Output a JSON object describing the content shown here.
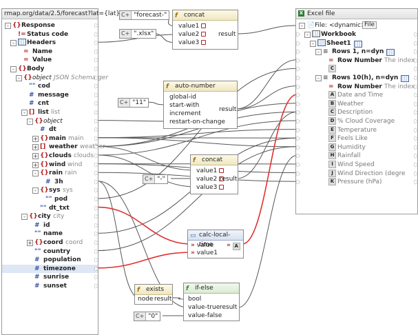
{
  "source_panel": {
    "url": "rmap.org/data/2.5/forecast?lat={lat}",
    "rows": [
      {
        "label": "Response",
        "icon": "response-icon",
        "bold": true,
        "indent": 0,
        "exp": "-",
        "glyph": "{}"
      },
      {
        "label": "Status code",
        "icon": "status-icon",
        "bold": true,
        "indent": 1,
        "exp": "",
        "glyph": "!="
      },
      {
        "label": "Headers",
        "icon": "headers-icon",
        "bold": true,
        "indent": 1,
        "exp": "-",
        "glyph": "grid"
      },
      {
        "label": "Name",
        "icon": "name-icon",
        "bold": true,
        "indent": 2,
        "exp": "",
        "glyph": "="
      },
      {
        "label": "Value",
        "icon": "value-icon",
        "bold": true,
        "indent": 2,
        "exp": "",
        "glyph": "="
      },
      {
        "label": "Body",
        "icon": "body-icon",
        "bold": true,
        "indent": 1,
        "exp": "-",
        "glyph": "{}"
      },
      {
        "label": "object",
        "sub": "JSON Schema ger",
        "icon": "object-icon",
        "bold": false,
        "italic": true,
        "indent": 2,
        "exp": "-",
        "glyph": "{}"
      },
      {
        "label": "cod",
        "icon": "string-icon",
        "bold": true,
        "indent": 3,
        "exp": "",
        "glyph": "\"\""
      },
      {
        "label": "message",
        "icon": "number-icon",
        "bold": true,
        "indent": 3,
        "exp": "",
        "glyph": "#"
      },
      {
        "label": "cnt",
        "icon": "number-icon",
        "bold": true,
        "indent": 3,
        "exp": "",
        "glyph": "#"
      },
      {
        "label": "list",
        "sub": "list",
        "icon": "array-icon",
        "bold": true,
        "indent": 3,
        "exp": "-",
        "glyph": "[]"
      },
      {
        "label": "object",
        "icon": "object-icon",
        "bold": false,
        "italic": true,
        "indent": 4,
        "exp": "-",
        "glyph": "{}"
      },
      {
        "label": "dt",
        "icon": "number-icon",
        "bold": true,
        "indent": 5,
        "exp": "",
        "glyph": "#"
      },
      {
        "label": "main",
        "sub": "main",
        "icon": "object-icon",
        "bold": true,
        "indent": 5,
        "exp": "+",
        "glyph": "{}"
      },
      {
        "label": "weather",
        "sub": "weather",
        "icon": "array-icon",
        "bold": true,
        "indent": 5,
        "exp": "+",
        "glyph": "[]"
      },
      {
        "label": "clouds",
        "sub": "clouds",
        "icon": "object-icon",
        "bold": true,
        "indent": 5,
        "exp": "+",
        "glyph": "{}"
      },
      {
        "label": "wind",
        "sub": "wind",
        "icon": "object-icon",
        "bold": true,
        "indent": 5,
        "exp": "+",
        "glyph": "{}"
      },
      {
        "label": "rain",
        "sub": "rain",
        "icon": "object-icon",
        "bold": true,
        "indent": 5,
        "exp": "-",
        "glyph": "{}"
      },
      {
        "label": "3h",
        "icon": "number-icon",
        "bold": true,
        "indent": 6,
        "exp": "",
        "glyph": "#"
      },
      {
        "label": "sys",
        "sub": "sys",
        "icon": "object-icon",
        "bold": true,
        "indent": 5,
        "exp": "-",
        "glyph": "{}"
      },
      {
        "label": "pod",
        "icon": "string-icon",
        "bold": true,
        "indent": 6,
        "exp": "",
        "glyph": "\"\""
      },
      {
        "label": "dt_txt",
        "icon": "string-icon",
        "bold": true,
        "indent": 5,
        "exp": "",
        "glyph": "\"\""
      },
      {
        "label": "city",
        "sub": "city",
        "icon": "object-icon",
        "bold": true,
        "indent": 3,
        "exp": "-",
        "glyph": "{}"
      },
      {
        "label": "id",
        "icon": "number-icon",
        "bold": true,
        "indent": 4,
        "exp": "",
        "glyph": "#"
      },
      {
        "label": "name",
        "icon": "string-icon",
        "bold": true,
        "indent": 4,
        "exp": "",
        "glyph": "\"\""
      },
      {
        "label": "coord",
        "sub": "coord",
        "icon": "object-icon",
        "bold": true,
        "indent": 4,
        "exp": "+",
        "glyph": "{}"
      },
      {
        "label": "country",
        "icon": "string-icon",
        "bold": true,
        "indent": 4,
        "exp": "",
        "glyph": "\"\""
      },
      {
        "label": "population",
        "icon": "number-icon",
        "bold": true,
        "indent": 4,
        "exp": "",
        "glyph": "#"
      },
      {
        "label": "timezone",
        "icon": "number-icon",
        "bold": true,
        "indent": 4,
        "exp": "",
        "glyph": "#",
        "selected": true
      },
      {
        "label": "sunrise",
        "icon": "number-icon",
        "bold": true,
        "indent": 4,
        "exp": "",
        "glyph": "#"
      },
      {
        "label": "sunset",
        "icon": "number-icon",
        "bold": true,
        "indent": 4,
        "exp": "",
        "glyph": "#"
      }
    ]
  },
  "target_panel": {
    "title": "Excel file",
    "file_label": "File: <dynamic>",
    "file_button": "File",
    "rows": [
      {
        "label": "Workbook",
        "bold": true,
        "indent": 1,
        "exp": "-",
        "glyph": "wb"
      },
      {
        "label": "Sheet1",
        "bold": true,
        "indent": 2,
        "exp": "-",
        "glyph": "sheet"
      },
      {
        "label": "Rows 1, n=dyn",
        "bold": true,
        "indent": 3,
        "exp": "-",
        "glyph": "rows"
      },
      {
        "label": "Row Number",
        "sub": "The index",
        "bold": true,
        "indent": 4,
        "exp": "",
        "glyph": "="
      },
      {
        "label": "C",
        "bold": true,
        "indent": 4,
        "exp": "",
        "glyph": "col"
      },
      {
        "label": "Rows 10(h), n=dyn",
        "bold": true,
        "indent": 3,
        "exp": "-",
        "glyph": "rows"
      },
      {
        "label": "Row Number",
        "sub": "The index",
        "bold": true,
        "indent": 4,
        "exp": "",
        "glyph": "="
      },
      {
        "label": "A",
        "sub": "Date and Time",
        "bold": true,
        "indent": 4,
        "exp": "",
        "glyph": "col",
        "dim": true
      },
      {
        "label": "B",
        "sub": "Weather",
        "bold": true,
        "indent": 4,
        "exp": "",
        "glyph": "col",
        "dim": true
      },
      {
        "label": "C",
        "sub": "Description",
        "bold": true,
        "indent": 4,
        "exp": "",
        "glyph": "col",
        "dim": true
      },
      {
        "label": "D",
        "sub": "% Cloud Coverage",
        "bold": true,
        "indent": 4,
        "exp": "",
        "glyph": "col",
        "dim": true
      },
      {
        "label": "E",
        "sub": "Temperature",
        "bold": true,
        "indent": 4,
        "exp": "",
        "glyph": "col",
        "dim": true
      },
      {
        "label": "F",
        "sub": "Feels Like",
        "bold": true,
        "indent": 4,
        "exp": "",
        "glyph": "col",
        "dim": true
      },
      {
        "label": "G",
        "sub": "Humidity",
        "bold": true,
        "indent": 4,
        "exp": "",
        "glyph": "col",
        "dim": true
      },
      {
        "label": "H",
        "sub": "Rainfall",
        "bold": true,
        "indent": 4,
        "exp": "",
        "glyph": "col",
        "dim": true
      },
      {
        "label": "I",
        "sub": "Wind Speed",
        "bold": true,
        "indent": 4,
        "exp": "",
        "glyph": "col",
        "dim": true
      },
      {
        "label": "J",
        "sub": "Wind Direction (degre",
        "bold": true,
        "indent": 4,
        "exp": "",
        "glyph": "col",
        "dim": true
      },
      {
        "label": "K",
        "sub": "Pressure (hPa)",
        "bold": true,
        "indent": 4,
        "exp": "",
        "glyph": "col",
        "dim": true
      }
    ]
  },
  "constants": {
    "forecast": {
      "tag": "C+",
      "value": "\"forecast-\""
    },
    "xlsx": {
      "tag": "C+",
      "value": "\".xlsx\""
    },
    "eleven": {
      "tag": "C+",
      "value": "\"11\""
    },
    "dash": {
      "tag": "C+",
      "value": "\"-\""
    },
    "zero": {
      "tag": "C+",
      "value": "\"0\""
    }
  },
  "functions": {
    "concat1": {
      "title": "concat",
      "inputs": [
        "value1",
        "value2",
        "value3"
      ],
      "output": "result"
    },
    "autonumber": {
      "title": "auto-number",
      "inputs": [
        "global-id",
        "start-with",
        "increment",
        "restart-on-change"
      ],
      "output": "result"
    },
    "concat2": {
      "title": "concat",
      "inputs": [
        "value1",
        "value2",
        "value3"
      ],
      "output": "result"
    },
    "calclocal": {
      "title": "calc-local-time",
      "inputs": [
        "value",
        "value1"
      ],
      "output_badge": "A"
    },
    "exists": {
      "title": "exists",
      "inputs": [
        "node"
      ],
      "output": "result"
    },
    "ifelse": {
      "title": "if-else",
      "inputs": [
        "bool",
        "value-true",
        "value-false"
      ],
      "output": "result"
    }
  },
  "colors": {
    "wire": "#555555",
    "highlight_wire": "#e03030",
    "func_header": "#efe7c2",
    "panel_border": "#9a9a9a"
  }
}
